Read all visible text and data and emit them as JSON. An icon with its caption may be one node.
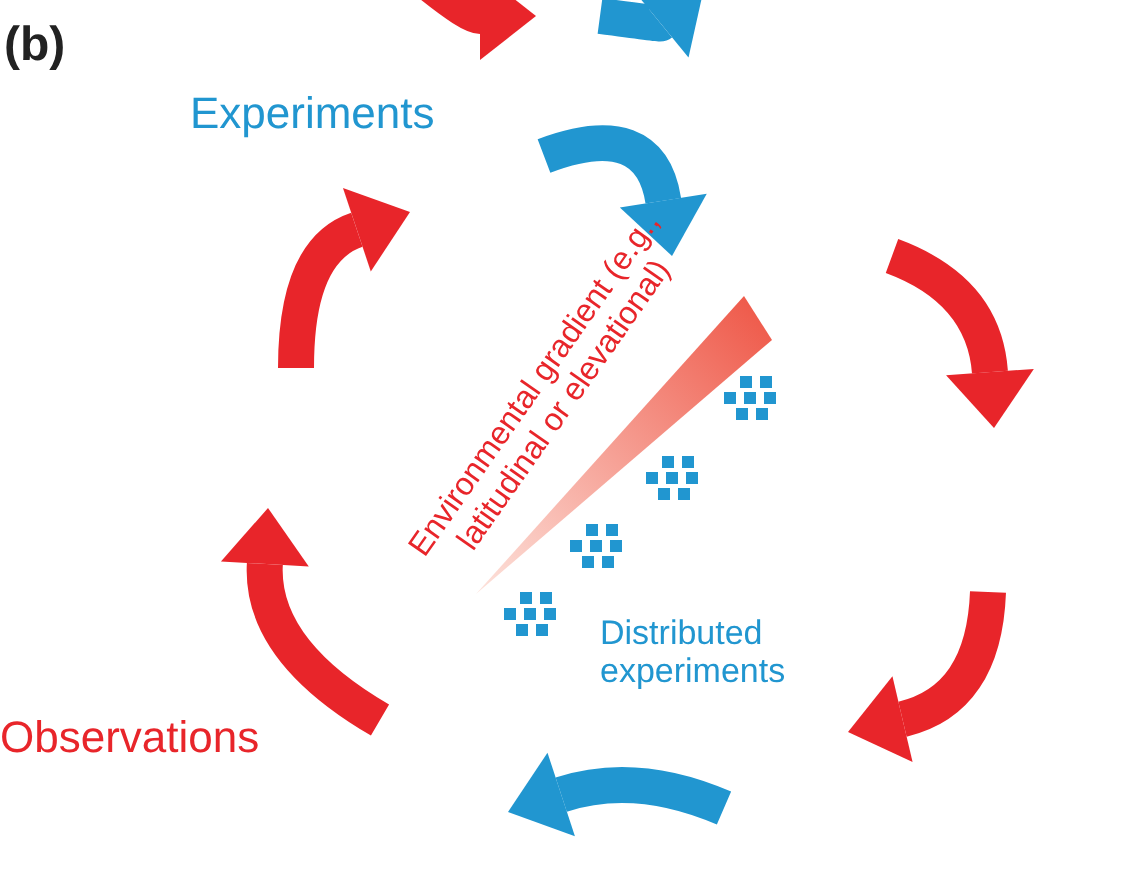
{
  "diagram": {
    "labels": [
      "(b)",
      "Experiments",
      "Environmental gradient (e.g., latitudinal or elevational)",
      "Distributed experiments",
      "Observations"
    ]
  }
}
